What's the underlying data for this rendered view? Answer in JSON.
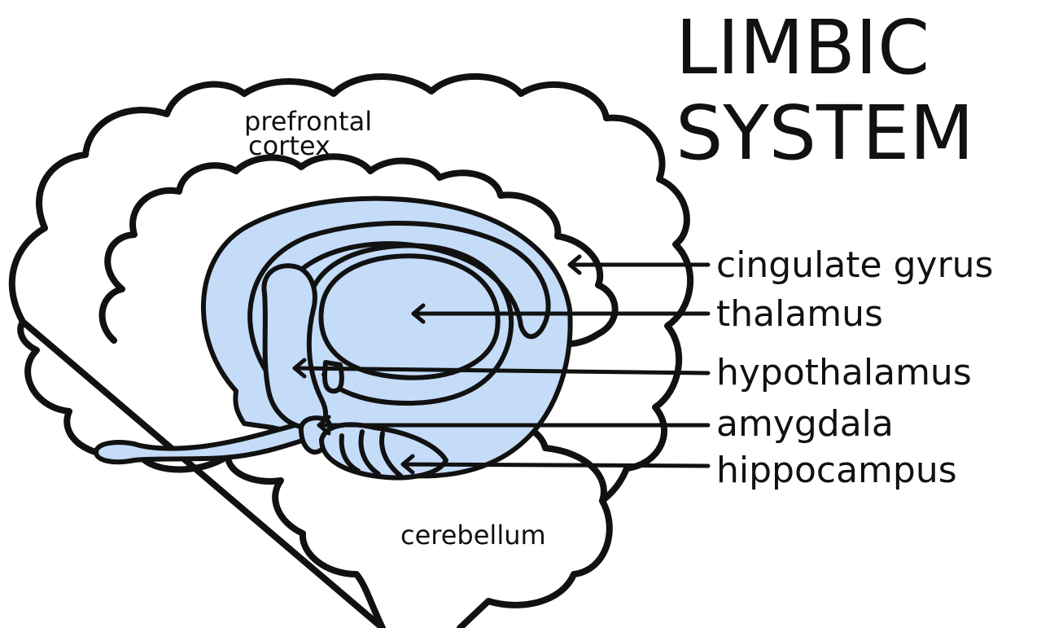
{
  "title": {
    "line1": "LIMBIC",
    "line2": "SYSTEM"
  },
  "regions": {
    "prefrontal_line1": "prefrontal",
    "prefrontal_line2": "cortex",
    "cerebellum": "cerebellum"
  },
  "labels": [
    {
      "id": "cingulate-gyrus",
      "text": "cingulate gyrus"
    },
    {
      "id": "thalamus",
      "text": "thalamus"
    },
    {
      "id": "hypothalamus",
      "text": "hypothalamus"
    },
    {
      "id": "amygdala",
      "text": "amygdala"
    },
    {
      "id": "hippocampus",
      "text": "hippocampus"
    }
  ],
  "colors": {
    "limbic_fill": "#c4dcf8",
    "outline": "#111111",
    "background": "#ffffff"
  }
}
